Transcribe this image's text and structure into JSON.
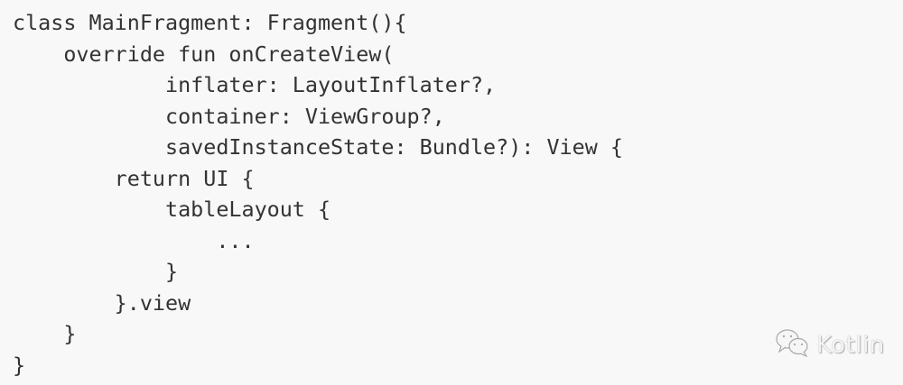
{
  "code": {
    "language": "kotlin",
    "lines": [
      "class MainFragment: Fragment(){",
      "    override fun onCreateView(",
      "            inflater: LayoutInflater?,",
      "            container: ViewGroup?,",
      "            savedInstanceState: Bundle?): View {",
      "        return UI {",
      "            tableLayout {",
      "                ...",
      "            }",
      "        }.view",
      "    }",
      "}"
    ]
  },
  "watermark": {
    "icon": "wechat-icon",
    "text": "Kotlin"
  }
}
